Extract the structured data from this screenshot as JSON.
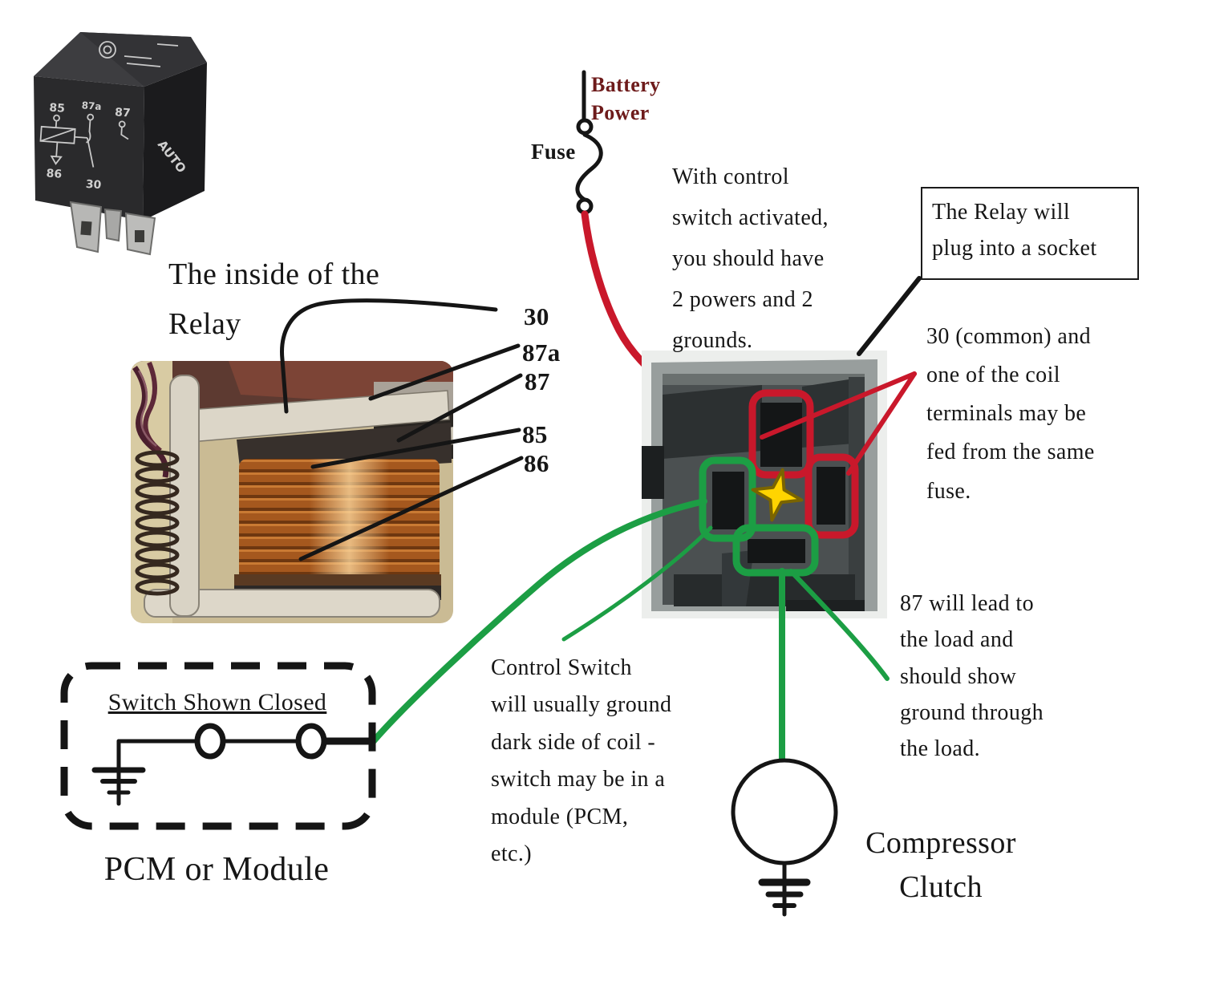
{
  "colors": {
    "wire_red": "#c9182b",
    "wire_green": "#1c9e44",
    "battery_text": "#6e1b1b",
    "star_yellow": "#ffd400",
    "ink": "#161616"
  },
  "relay_photo": {
    "pin_labels": {
      "p85": "85",
      "p87a": "87a",
      "p87": "87",
      "p86": "86",
      "p30": "30"
    },
    "side_text": "AUTO"
  },
  "inside_relay": {
    "title": "The inside of the\nRelay",
    "terminal_labels": {
      "t30": "30",
      "t87a": "87a",
      "t87": "87",
      "t85": "85",
      "t86": "86"
    }
  },
  "power": {
    "battery_label": "Battery\nPower",
    "fuse_label": "Fuse"
  },
  "notes": {
    "activated": "With control\nswitch activated,\nyou should have\n2 powers and 2\ngrounds.",
    "socket_box": "The Relay will\nplug into a socket",
    "common_fuse": "30 (common) and\none of the coil\nterminals may be\nfed from the same\nfuse.",
    "load_87": "87 will lead to\nthe load and\nshould show\nground through\nthe load.",
    "control_switch": "Control Switch\nwill usually ground\ndark side of coil -\nswitch may be in a\nmodule (PCM,\netc.)"
  },
  "pcm": {
    "switch_label": "Switch Shown Closed",
    "title": "PCM or Module"
  },
  "compressor": {
    "label": "Compressor\nClutch"
  }
}
